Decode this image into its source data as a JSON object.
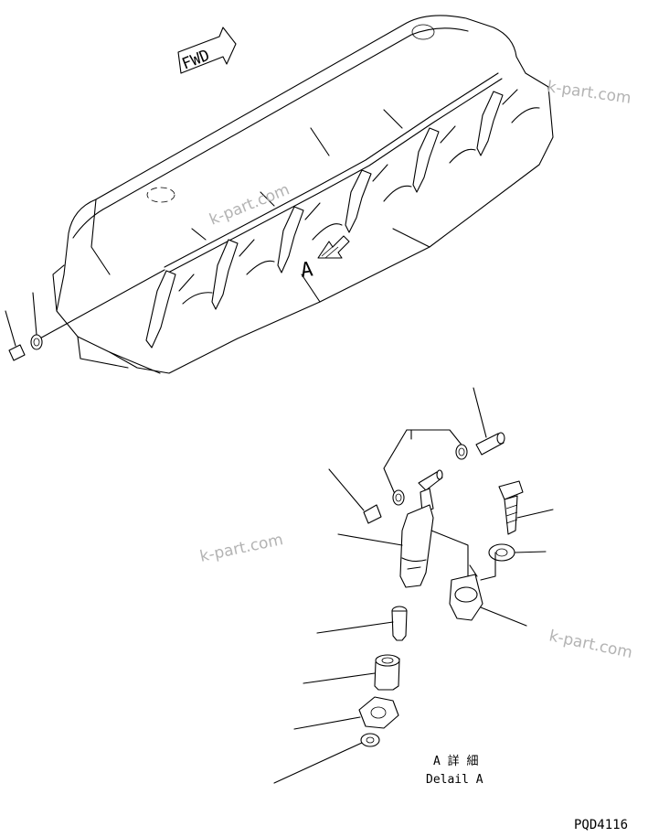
{
  "figure": {
    "fwd_label": "FWD",
    "view_marker": "A",
    "detail_title_jp": "A 詳 細",
    "detail_title_en": "Delail A",
    "drawing_code": "PQD4116"
  },
  "watermarks": [
    "k-part.com",
    "k-part.com",
    "k-part.com",
    "k-part.com"
  ],
  "colors": {
    "line": "#000000",
    "watermark": "#b3b3b3",
    "background": "#ffffff"
  }
}
